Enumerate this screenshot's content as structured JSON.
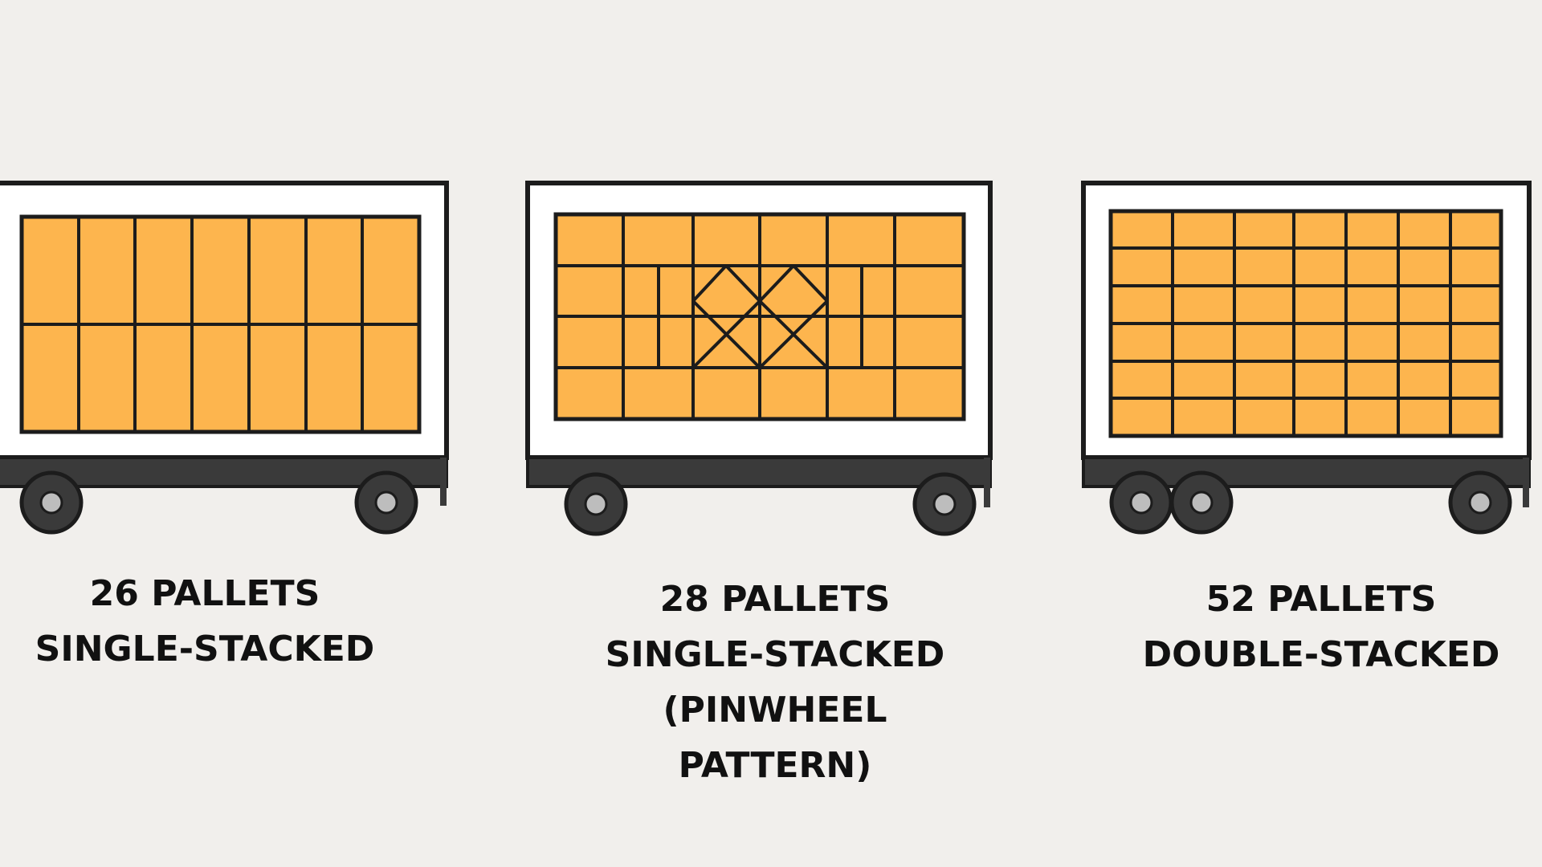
{
  "colors": {
    "background": "#f1efec",
    "pallet": "#fdb54e",
    "outline": "#1c1c1c",
    "frame": "#ffffff",
    "chassis": "#3a3a3a",
    "hub": "#bdbdbd"
  },
  "trailers": [
    {
      "id": "single-stacked",
      "caption_lines": [
        "26 PALLETS",
        "SINGLE-STACKED"
      ]
    },
    {
      "id": "pinwheel",
      "caption_lines": [
        "28 PALLETS",
        "SINGLE-STACKED",
        "(PINWHEEL",
        "PATTERN)"
      ]
    },
    {
      "id": "double-stacked",
      "caption_lines": [
        "52 PALLETS",
        "DOUBLE-STACKED"
      ]
    }
  ]
}
